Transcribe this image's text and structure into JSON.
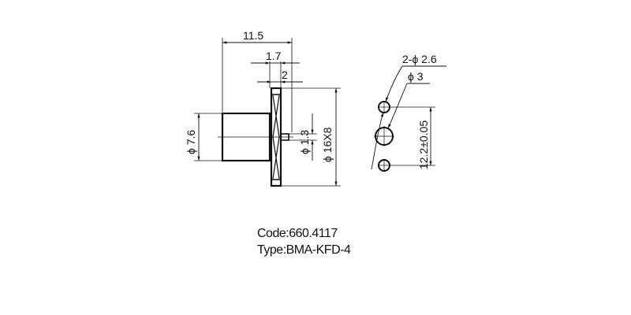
{
  "drawing": {
    "side_view": {
      "dimensions": {
        "overall_length": "11.5",
        "flange_offset": "1.7",
        "flange_thickness": "2",
        "body_diameter": "ϕ 7.6",
        "pin_diameter": "ϕ 1.3",
        "flange_size": "ϕ 16X8"
      }
    },
    "hole_view": {
      "dimensions": {
        "mount_holes": "2-ϕ 2.6",
        "center_hole": "ϕ 3",
        "hole_spacing": "12.2±0.05"
      }
    },
    "line_color": "#111111",
    "background": "#ffffff"
  },
  "caption": {
    "code": "Code:660.4117",
    "type": "Type:BMA-KFD-4"
  }
}
